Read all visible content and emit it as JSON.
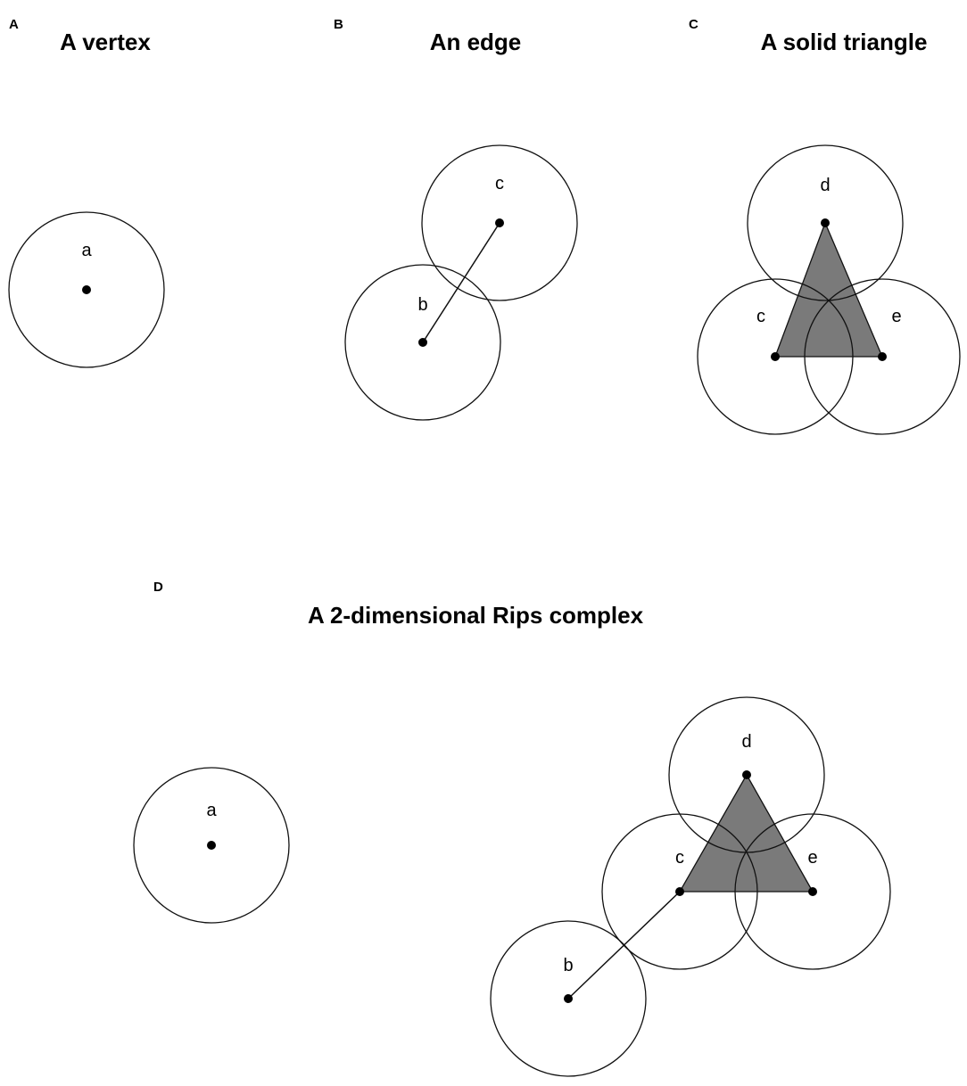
{
  "panels": {
    "A": {
      "letter": "A",
      "title": "A vertex",
      "labels": {
        "a": "a"
      }
    },
    "B": {
      "letter": "B",
      "title": "An edge",
      "labels": {
        "b": "b",
        "c": "c"
      }
    },
    "C": {
      "letter": "C",
      "title": "A solid triangle",
      "labels": {
        "c": "c",
        "d": "d",
        "e": "e"
      }
    },
    "D": {
      "letter": "D",
      "title": "A 2-dimensional Rips complex",
      "labels": {
        "a": "a",
        "b": "b",
        "c": "c",
        "d": "d",
        "e": "e"
      }
    }
  },
  "colors": {
    "triangle_fill": "#7a7a7a",
    "stroke": "#111111",
    "vertex": "#000000"
  }
}
